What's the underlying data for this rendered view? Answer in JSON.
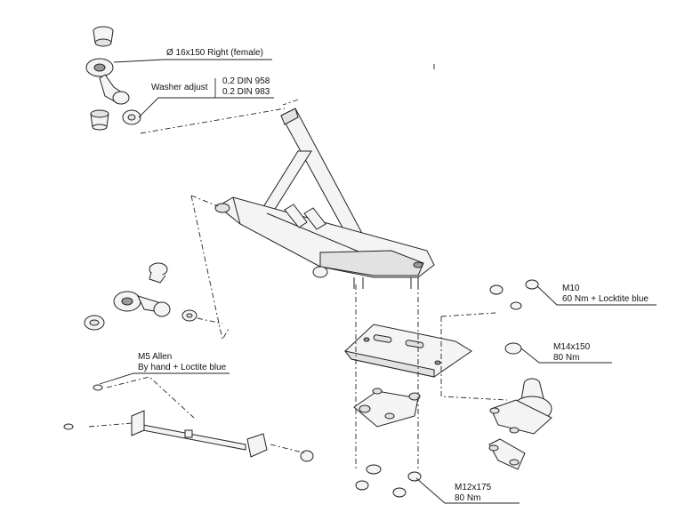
{
  "callouts": {
    "rod_end": "Ø 16x150  Right (female)",
    "washer_adjust": "Washer adjust",
    "washer_din958": "0,2  DIN 958",
    "washer_din983": "0.2 DIN 983",
    "m10": "M10",
    "m10_torque": "60 Nm + Locktite blue",
    "m14": "M14x150",
    "m14_torque": "80 Nm",
    "m5": "M5 Allen",
    "m5_note": "By hand + Loctite blue",
    "m12": "M12x175",
    "m12_torque": "80 Nm"
  }
}
